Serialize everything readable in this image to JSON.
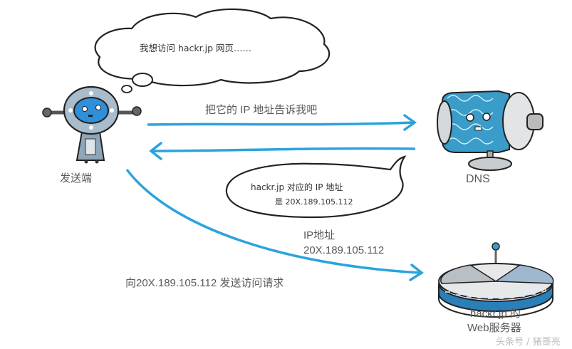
{
  "nodes": {
    "sender": {
      "label": "发送端",
      "icon": "robot-icon"
    },
    "dns": {
      "label": "DNS",
      "icon": "dns-server-icon"
    },
    "web_server": {
      "label_line1": "hackr.jp 的",
      "label_line2": "Web服务器",
      "icon": "web-server-icon"
    }
  },
  "bubbles": {
    "thought": "我想访问 hackr.jp 网页……",
    "dns_reply_line1": "hackr.jp 对应的 IP 地址",
    "dns_reply_line2": "是 20X.189.105.112"
  },
  "arrows": {
    "query_label": "把它的 IP 地址告诉我吧",
    "ip_label_line1": "IP地址",
    "ip_label_line2": "20X.189.105.112",
    "request_label": "向20X.189.105.112 发送访问请求"
  },
  "colors": {
    "arrow": "#2ba3dc",
    "robot_face": "#2f8fd8",
    "dns_body": "#3a9cc8",
    "outline": "#222222"
  },
  "watermark": "头条号 / 猪哥亮"
}
